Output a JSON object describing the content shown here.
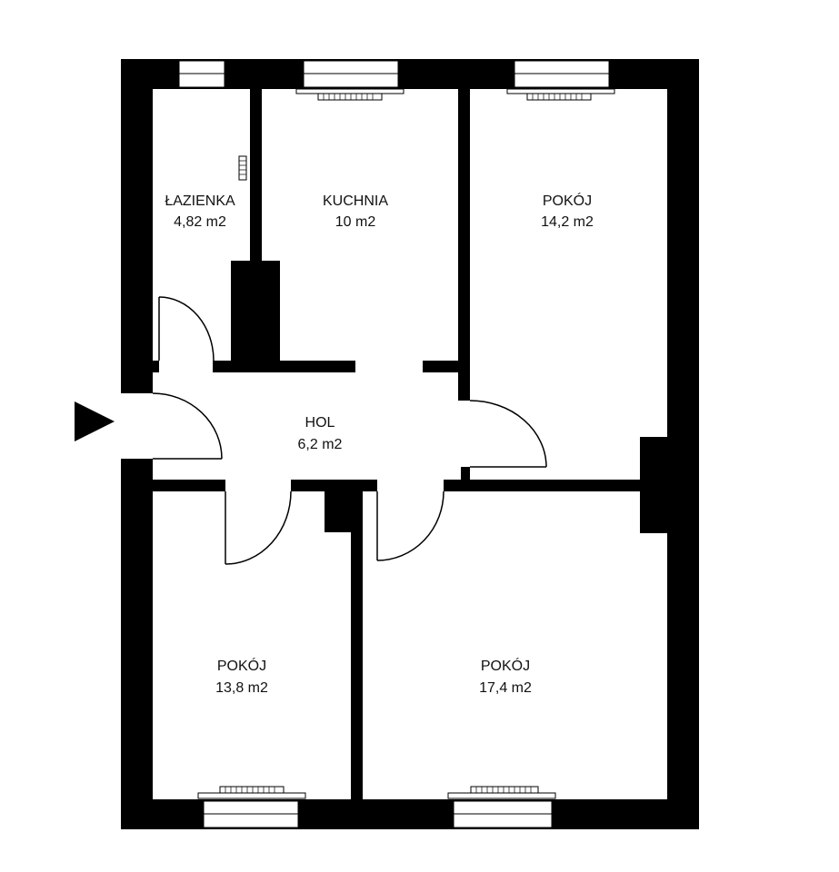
{
  "rooms": {
    "bathroom": {
      "name": "ŁAZIENKA",
      "area": "4,82 m2"
    },
    "kitchen": {
      "name": "KUCHNIA",
      "area": "10 m2"
    },
    "room_ne": {
      "name": "POKÓJ",
      "area": "14,2 m2"
    },
    "hall": {
      "name": "HOL",
      "area": "6,2 m2"
    },
    "room_sw": {
      "name": "POKÓJ",
      "area": "13,8 m2"
    },
    "room_se": {
      "name": "POKÓJ",
      "area": "17,4 m2"
    }
  },
  "colors": {
    "wall": "#000000",
    "background": "#ffffff",
    "line": "#000000"
  },
  "icons": {
    "entrance": "entrance-arrow-icon"
  }
}
